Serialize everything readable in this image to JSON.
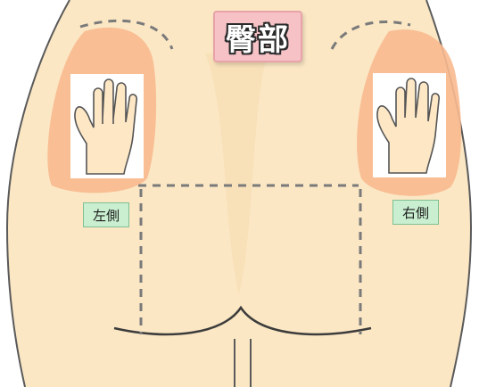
{
  "title": "臀部",
  "labels": {
    "left": "左側",
    "right": "右側"
  },
  "icons": [
    "hand-icon",
    "hand-icon"
  ],
  "colors": {
    "skin": "#fbe7c4",
    "highlight": "#f8b98f",
    "outline": "#5a5a5a",
    "dashed_line": "#7a7a7a",
    "title_box": "#f6c2c6",
    "label_box": "#c9efd0"
  }
}
